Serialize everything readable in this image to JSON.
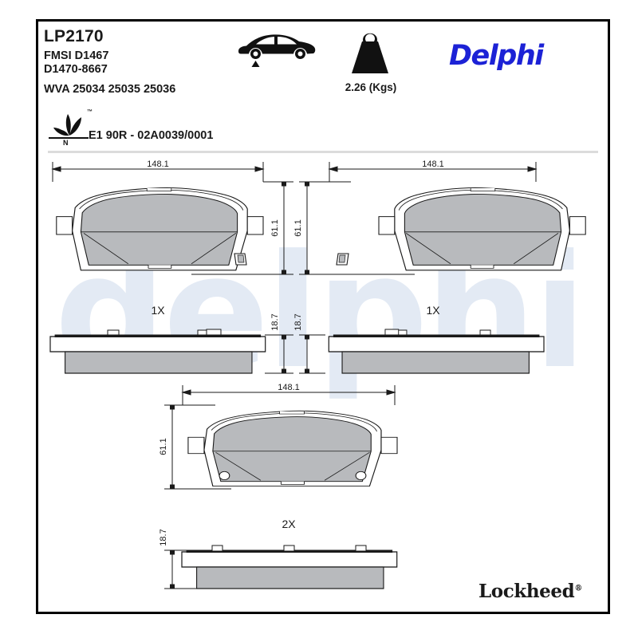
{
  "document": {
    "part_number": "LP2170",
    "fmsi_line1": "FMSI D1467",
    "fmsi_line2": "D1470-8667",
    "wva": "WVA 25034 25035 25036",
    "ece_approval": "E1 90R - 02A0039/0001",
    "weight": "2.26 (Kgs)",
    "brand": "Delphi",
    "footer_brand": "Lockheed",
    "footer_brand_mark": "®",
    "watermark_text": "delphi",
    "eco_mark_letter": "N",
    "eco_mark_tm": "™",
    "brand_color": "#1c22d6",
    "watermark_color": "#e3eaf4",
    "pad_face_color": "#b8babd",
    "pad_plate_color": "#ffffff",
    "line_color": "#1a1a1a"
  },
  "icons": {
    "car": "car-side-icon",
    "axle_marker": "front-axle-triangle-icon",
    "weight": "weight-kettlebell-icon",
    "eco": "eco-leaf-icon"
  },
  "drawings": [
    {
      "id": "pad-top-left",
      "quantity_label": "1X",
      "width_dim": "148.1",
      "height_dim": "61.1",
      "thickness_dim": "18.7",
      "has_wear_sensor": true,
      "wear_sensor_side": "right",
      "has_rivet_holes": false
    },
    {
      "id": "pad-top-right",
      "quantity_label": "1X",
      "width_dim": "148.1",
      "height_dim": "61.1",
      "thickness_dim": "18.7",
      "has_wear_sensor": true,
      "wear_sensor_side": "left",
      "has_rivet_holes": false
    },
    {
      "id": "pad-bottom-center",
      "quantity_label": "2X",
      "width_dim": "148.1",
      "height_dim": "61.1",
      "thickness_dim": "18.7",
      "has_wear_sensor": false,
      "wear_sensor_side": "none",
      "has_rivet_holes": true
    }
  ]
}
